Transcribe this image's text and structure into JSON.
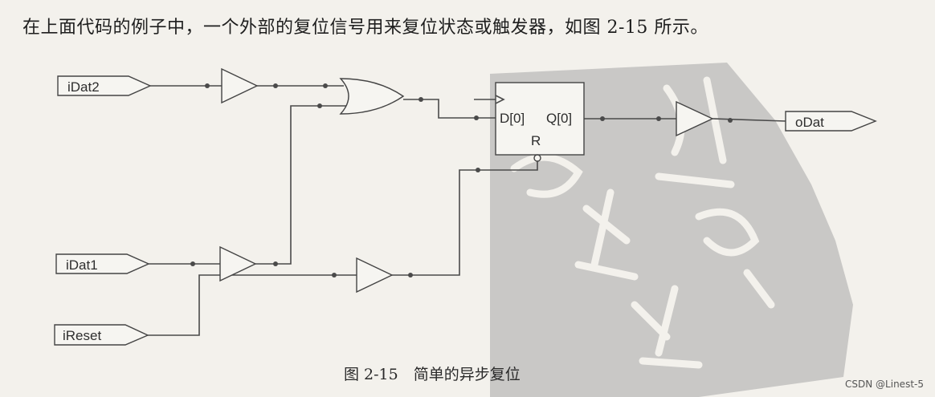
{
  "intro_text": "在上面代码的例子中，一个外部的复位信号用来复位状态或触发器，如图 2-15 所示。",
  "caption": "图 2-15　简单的异步复位",
  "credit": "CSDN @Linest-5",
  "ports": {
    "idat2": "iDat2",
    "idat1": "iDat1",
    "ireset": "iReset",
    "odat": "oDat"
  },
  "flipflop": {
    "d": "D[0]",
    "q": "Q[0]",
    "r": "R"
  }
}
